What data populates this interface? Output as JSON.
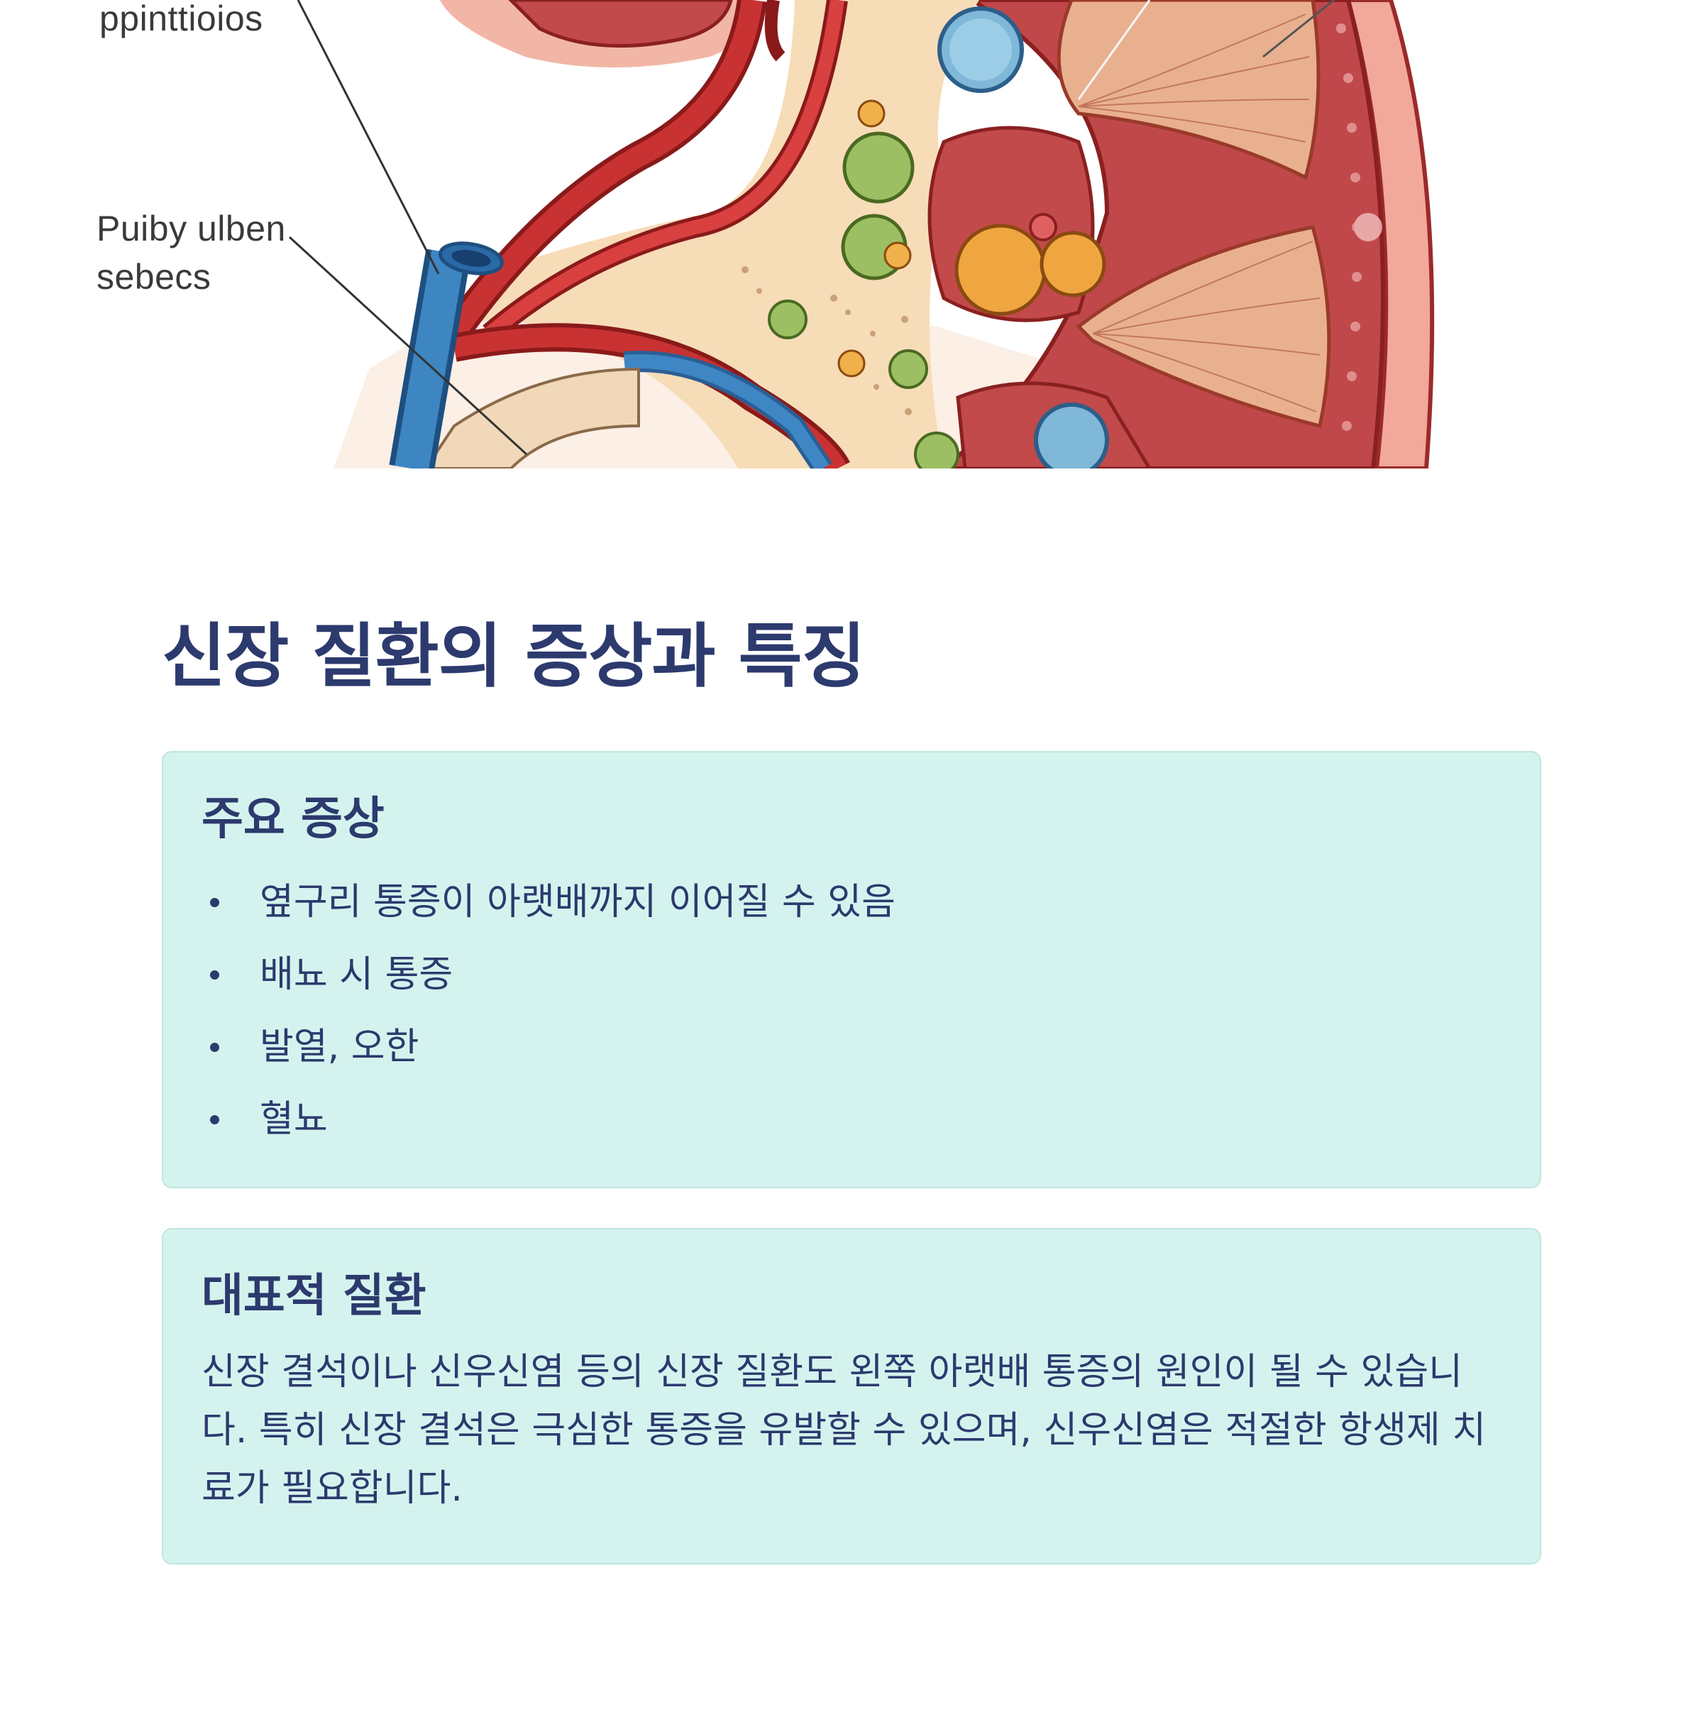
{
  "diagram": {
    "labels": [
      "ppinttioios",
      "Puiby ulben\nsebecs"
    ]
  },
  "section": {
    "title": "신장 질환의 증상과 특징"
  },
  "symptoms_card": {
    "title": "주요 증상",
    "items": [
      "옆구리 통증이 아랫배까지 이어질 수 있음",
      "배뇨 시 통증",
      "발열, 오한",
      "혈뇨"
    ]
  },
  "disease_card": {
    "title": "대표적 질환",
    "text": "신장 결석이나 신우신염 등의 신장 질환도 왼쪽 아랫배 통증의 원인이 될 수 있습니다. 특히 신장 결석은 극심한 통증을 유발할 수 있으며, 신우신염은 적절한 항생제 치료가 필요합니다."
  },
  "colors": {
    "heading": "#2c3a6e",
    "card_background": "#d5f3ee",
    "card_border": "#bfe5de"
  }
}
